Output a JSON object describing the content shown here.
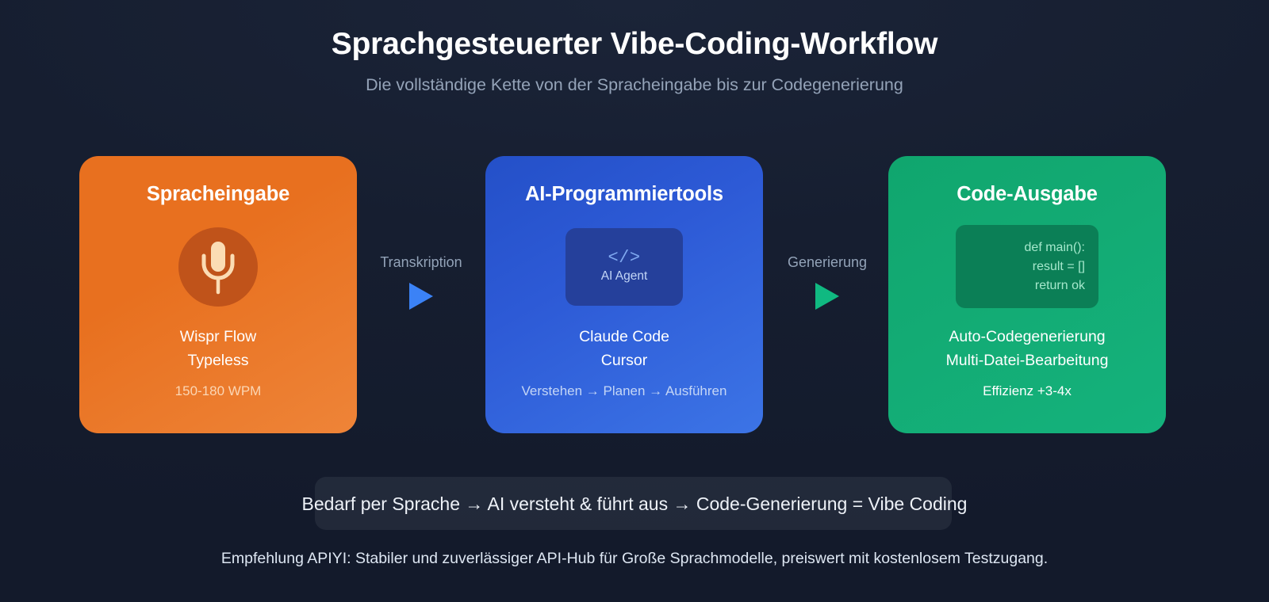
{
  "header": {
    "title": "Sprachgesteuerter Vibe-Coding-Workflow",
    "subtitle": "Die vollständige Kette von der Spracheingabe bis zur Codegenerierung"
  },
  "cards": [
    {
      "title": "Spracheingabe",
      "icon": "microphone-icon",
      "line1": "Wispr Flow",
      "line2": "Typeless",
      "note": "150-180 WPM",
      "color": "#e8701f"
    },
    {
      "title": "AI-Programmiertools",
      "icon": "code-brackets-icon",
      "badge_glyph": "</>",
      "badge_label": "AI Agent",
      "line1": "Claude Code",
      "line2": "Cursor",
      "note": "Verstehen → Planen → Ausführen",
      "color": "#2d5ad6"
    },
    {
      "title": "Code-Ausgabe",
      "icon": "code-snippet-icon",
      "code_lines": [
        "def main():",
        "result = []",
        "return ok"
      ],
      "line1": "Auto-Codegenerierung",
      "line2": "Multi-Datei-Bearbeitung",
      "note": "Effizienz +3-4x",
      "color": "#10a66e"
    }
  ],
  "connectors": [
    {
      "label": "Transkription",
      "arrow_color": "#3b82f6"
    },
    {
      "label": "Generierung",
      "arrow_color": "#10b981"
    }
  ],
  "summary": {
    "text": "Bedarf per Sprache → AI versteht & führt aus → Code-Generierung = Vibe Coding"
  },
  "footer": {
    "note": "Empfehlung APIYI: Stabiler und zuverlässiger API-Hub für Große Sprachmodelle, preiswert mit kostenlosem Testzugang."
  }
}
